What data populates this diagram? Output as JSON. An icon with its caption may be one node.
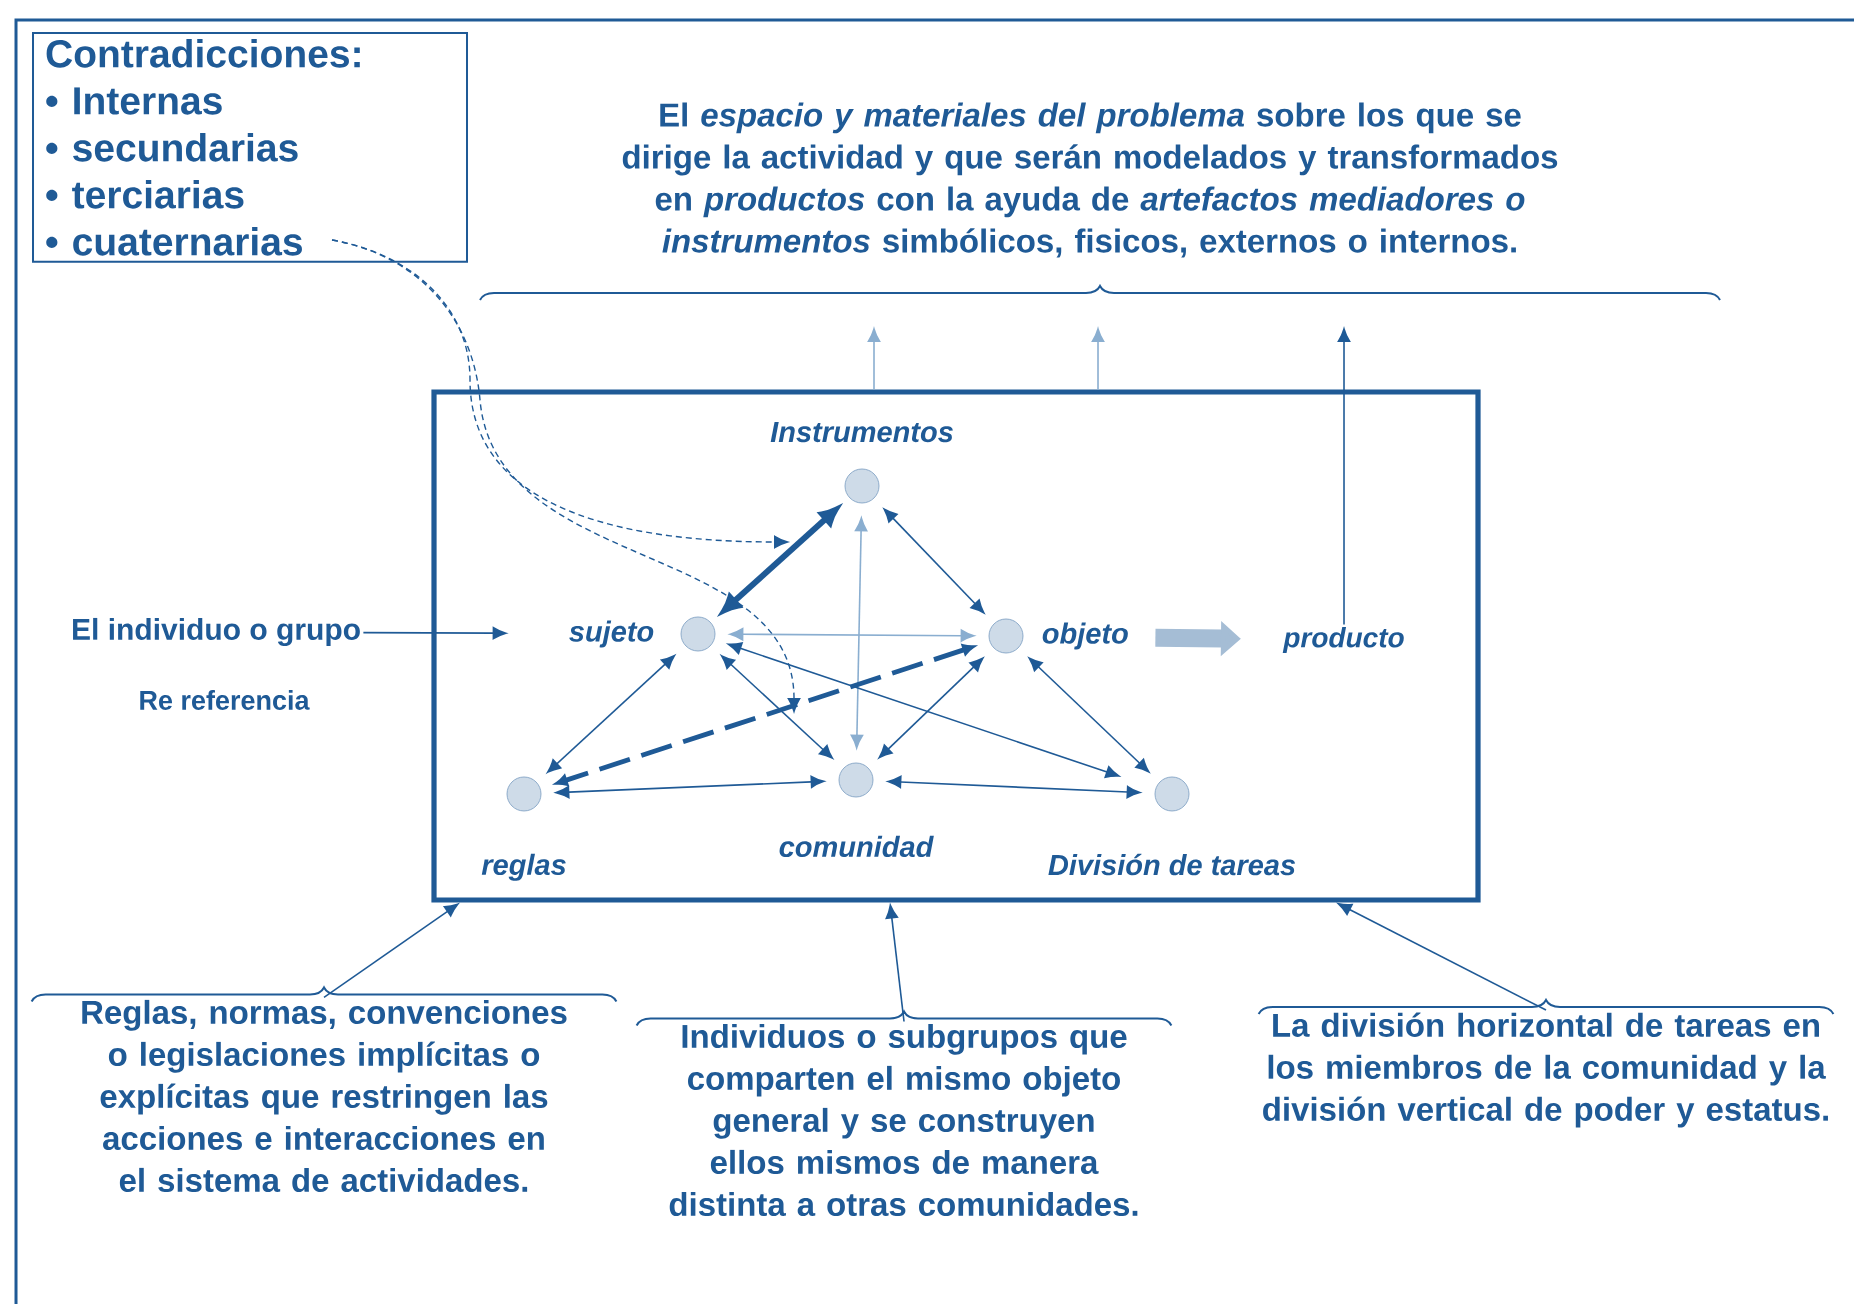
{
  "diagram": {
    "nodes": [
      {
        "text": [
          "Contradicciones:",
          "• Internas",
          "• secundarias",
          "• terciarias",
          "• cuaternarias"
        ]
      },
      {
        "text": [
          "El *espacio y materiales del problema* sobre los que se dirige la actividad y que serán modelados y transformados en *productos* con la ayuda de *artefactos mediadores o instrumentos* simbólicos, fisicos, externos o internos."
        ]
      },
      {
        "text": [
          "El individuo o grupo"
        ]
      },
      {
        "text": [],
        "shape": "box"
      },
      {
        "text": [
          "Instrumentos"
        ],
        "in": 3
      },
      {
        "text": [
          "sujeto"
        ],
        "in": 3
      },
      {
        "text": [
          "objeto"
        ],
        "in": 3
      },
      {
        "text": [
          "producto"
        ],
        "in": 3
      },
      {
        "text": [
          "reglas"
        ],
        "in": 3
      },
      {
        "text": [
          "comunidad"
        ],
        "in": 3
      },
      {
        "text": [
          "División de tareas"
        ],
        "in": 3
      },
      {
        "text": [
          "Reglas, normas, convenciones o legislaciones implícitas o explícitas que restringen las acciones e interacciones en el sistema de actividades."
        ]
      },
      {
        "text": [
          "Individuos o subgrupos que comparten el mismo objeto general y se construyen ellos mismos de manera distinta a otras comunidades."
        ]
      },
      {
        "text": [
          "La división horizontal de tareas en los miembros de la comunidad y la división vertical de poder y estatus."
        ]
      }
    ],
    "edges": [
      {
        "from": 3,
        "to": 1,
        "arrow": "to",
        "color": "#8aaed0"
      },
      {
        "from": 3,
        "to": 1,
        "arrow": "to",
        "color": "#8aaed0"
      },
      {
        "from": 7,
        "to": 1,
        "arrow": "to"
      },
      {
        "from": 0,
        "to": null,
        "arrow": "to",
        "style": "dashed"
      },
      {
        "from": 0,
        "to": null,
        "arrow": "to",
        "style": "dashed"
      },
      {
        "from": 2,
        "to": 5,
        "arrow": "to"
      },
      {
        "from": 5,
        "to": 4,
        "arrow": "both",
        "style": "thick"
      },
      {
        "from": 4,
        "to": 6,
        "arrow": "both"
      },
      {
        "from": 4,
        "to": 9,
        "arrow": "both",
        "color": "#8aaed0"
      },
      {
        "from": 5,
        "to": 6,
        "arrow": "both",
        "color": "#8aaed0"
      },
      {
        "from": 6,
        "to": 7,
        "arrow": "to",
        "style": "thick",
        "color": "#b8cde0"
      },
      {
        "from": 5,
        "to": 8,
        "arrow": "both"
      },
      {
        "from": 5,
        "to": 9,
        "arrow": "both"
      },
      {
        "from": 5,
        "to": 10,
        "arrow": "both"
      },
      {
        "from": 6,
        "to": 9,
        "arrow": "both"
      },
      {
        "from": 6,
        "to": 10,
        "arrow": "both"
      },
      {
        "from": 6,
        "to": 8,
        "arrow": "both",
        "style": "dashed"
      },
      {
        "from": 8,
        "to": 9,
        "arrow": "both"
      },
      {
        "from": 9,
        "to": 10,
        "arrow": "both"
      },
      {
        "from": 11,
        "to": 3,
        "arrow": "to"
      },
      {
        "from": 12,
        "to": 3,
        "arrow": "to"
      },
      {
        "from": 13,
        "to": 3,
        "arrow": "to"
      }
    ],
    "labels": [
      "Re referencia"
    ]
  }
}
